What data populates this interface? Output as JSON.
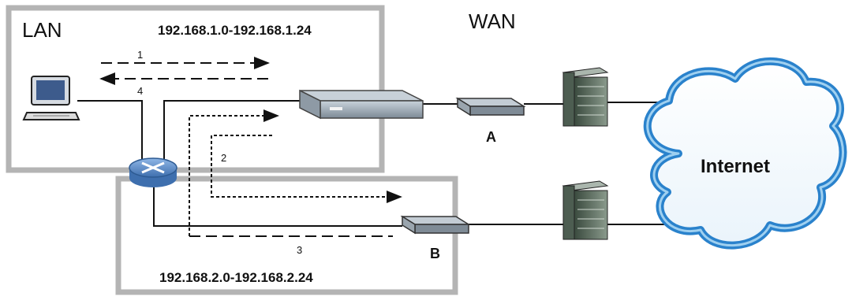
{
  "diagram": {
    "lan_label": "LAN",
    "wan_label": "WAN",
    "lan_subnet_top": "192.168.1.0-192.168.1.24",
    "lan_subnet_bottom": "192.168.2.0-192.168.2.24",
    "cloud_label": "Internet",
    "device_a_label": "A",
    "device_b_label": "B",
    "path_labels": [
      "1",
      "2",
      "3",
      "4"
    ]
  },
  "colors": {
    "box_border": "#b4b4b4",
    "line": "#111111",
    "router_blue": "#5f8fc9",
    "cloud_fill": "#ffffff",
    "cloud_edge": "#2a82cc"
  },
  "icons": {
    "computer": "computer-icon",
    "router": "router-icon",
    "main_device": "network-switch-icon",
    "modem": "modem-icon",
    "server": "server-rack-icon",
    "cloud": "internet-cloud-icon"
  }
}
